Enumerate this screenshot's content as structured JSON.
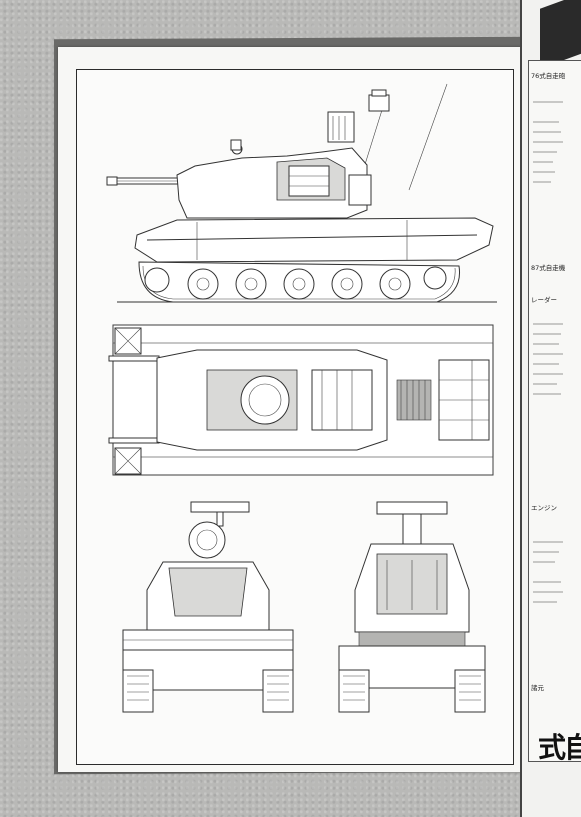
{
  "right_page": {
    "section_1": "76式自走砲",
    "section_2": "87式自走機",
    "section_3": "レーダー",
    "section_4": "エンジン",
    "section_5": "諸元",
    "title_fragment": "式自"
  },
  "colors": {
    "page": "#f7f7f5",
    "line": "#333333",
    "background": "#b9b9b7"
  }
}
